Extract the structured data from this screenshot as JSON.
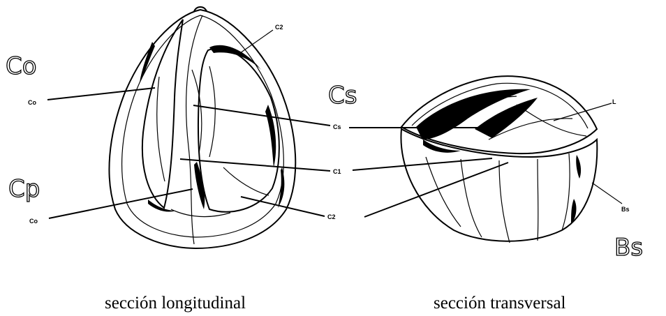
{
  "captions": {
    "longitudinal": "sección longitudinal",
    "transversal": "sección transversal"
  },
  "handwritten": {
    "co": "Co",
    "cs": "Cs",
    "cp": "Cp",
    "bs": "Bs"
  },
  "labels": {
    "co_upper": "Co",
    "co_lower": "Co",
    "c2_top": "C2",
    "cs": "Cs",
    "c1": "C1",
    "c2_bottom": "C2",
    "l": "L",
    "bs": "Bs"
  }
}
